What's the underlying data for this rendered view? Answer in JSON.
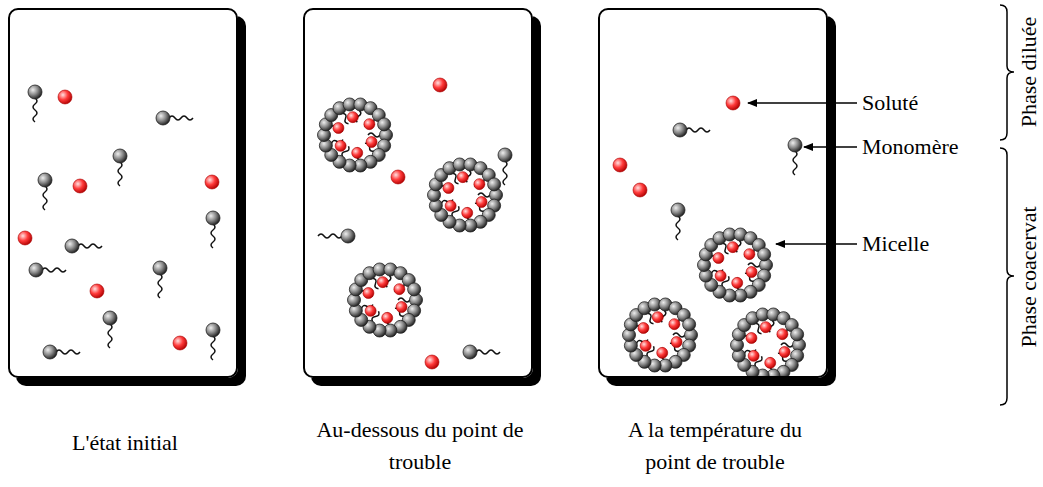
{
  "diagram": {
    "nodes": [
      {
        "text": [
          "L'état initial"
        ]
      },
      {
        "text": [
          "Au-dessous du point de trouble"
        ]
      },
      {
        "text": [
          "A la température du point de trouble"
        ]
      }
    ],
    "labels": [
      "Soluté",
      "Monomère",
      "Micelle",
      "Phase diluée",
      "Phase coacervat"
    ]
  }
}
